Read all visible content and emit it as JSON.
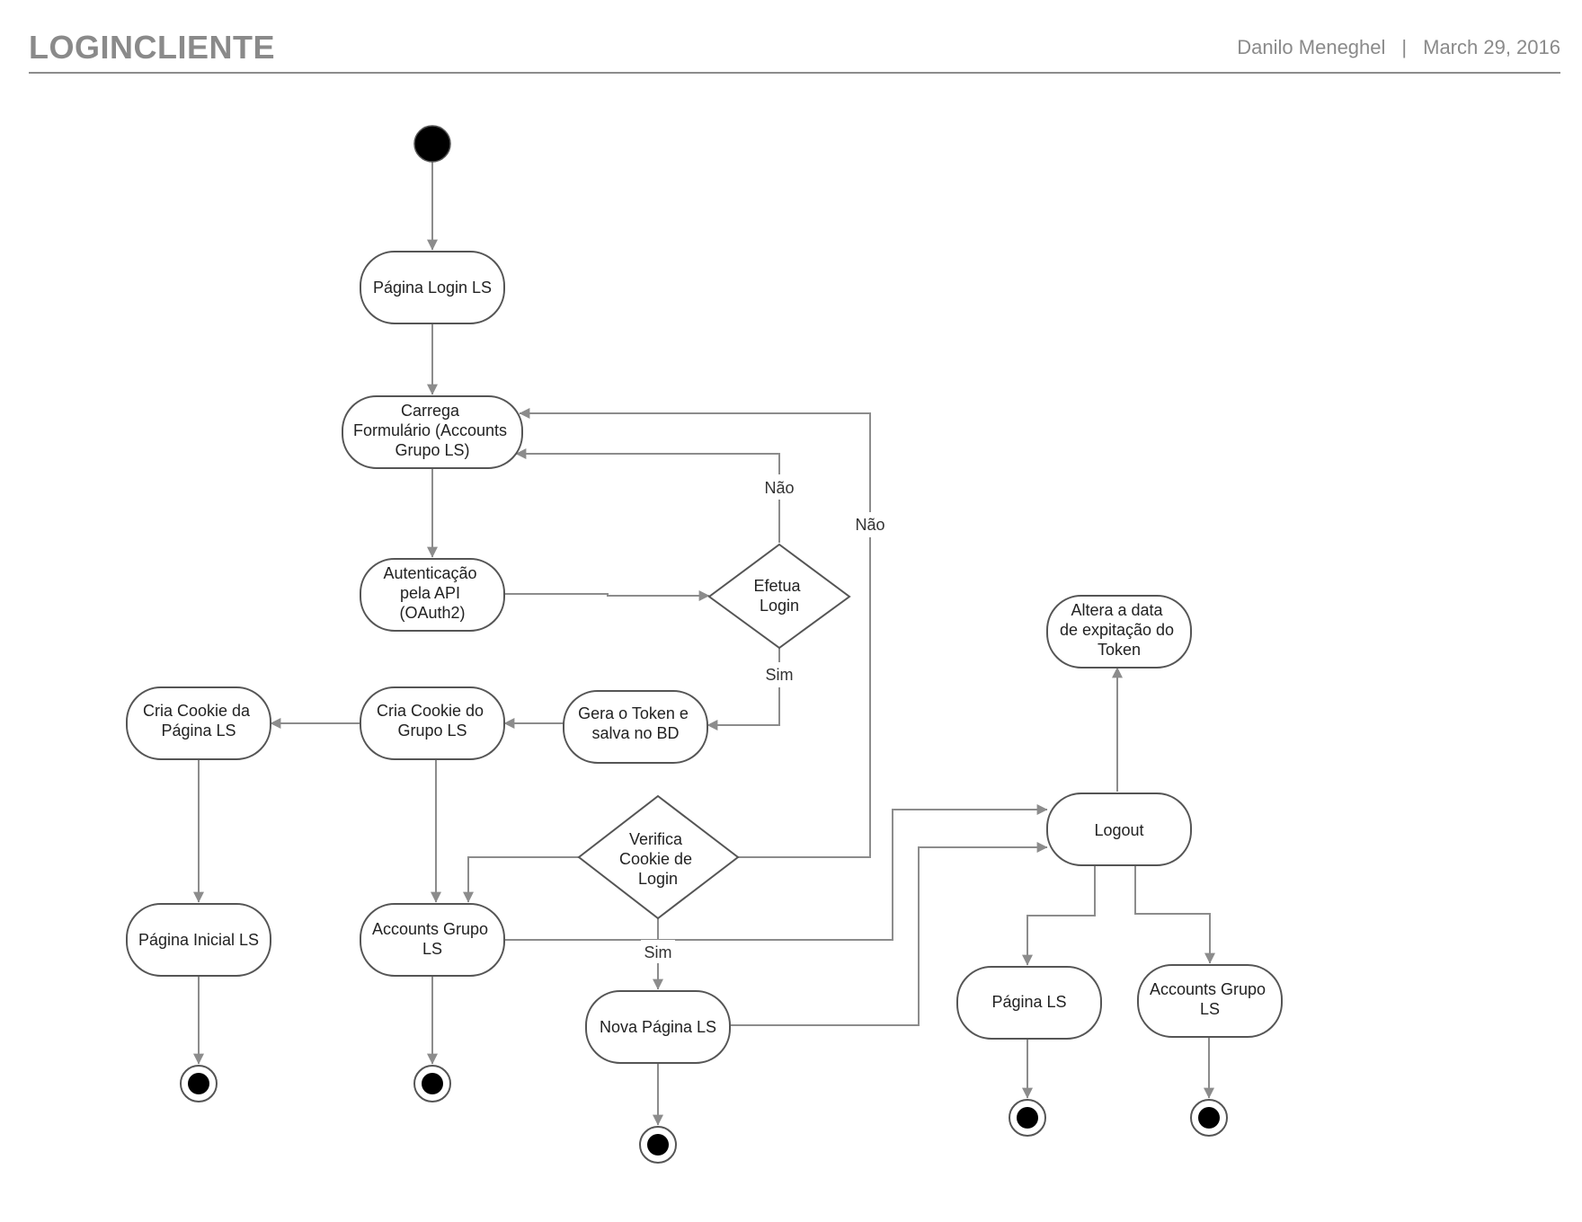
{
  "header": {
    "title": "LOGINCLIENTE",
    "author": "Danilo Meneghel",
    "separator": "|",
    "date": "March 29, 2016"
  },
  "nodes": {
    "pagina_login": "Página Login LS",
    "carrega_formulario": [
      "Carrega",
      "Formulário (Accounts",
      "Grupo LS)"
    ],
    "autenticacao": [
      "Autenticação",
      "pela API",
      "(OAuth2)"
    ],
    "efetua_login": [
      "Efetua",
      "Login"
    ],
    "gera_token": [
      "Gera o Token e",
      "salva no BD"
    ],
    "cria_cookie_grupo": [
      "Cria Cookie do",
      "Grupo LS"
    ],
    "cria_cookie_pagina": [
      "Cria Cookie da",
      "Página LS"
    ],
    "pagina_inicial": "Página Inicial LS",
    "accounts_grupo_1": [
      "Accounts Grupo",
      "LS"
    ],
    "verifica_cookie": [
      "Verifica",
      "Cookie de",
      "Login"
    ],
    "nova_pagina": "Nova Página LS",
    "logout": "Logout",
    "altera_data": [
      "Altera a data",
      "de expitação do",
      "Token"
    ],
    "pagina_ls": "Página LS",
    "accounts_grupo_2": [
      "Accounts Grupo",
      "LS"
    ]
  },
  "edge_labels": {
    "efetua_nao": "Não",
    "efetua_sim": "Sim",
    "verifica_nao": "Não",
    "verifica_sim": "Sim"
  }
}
